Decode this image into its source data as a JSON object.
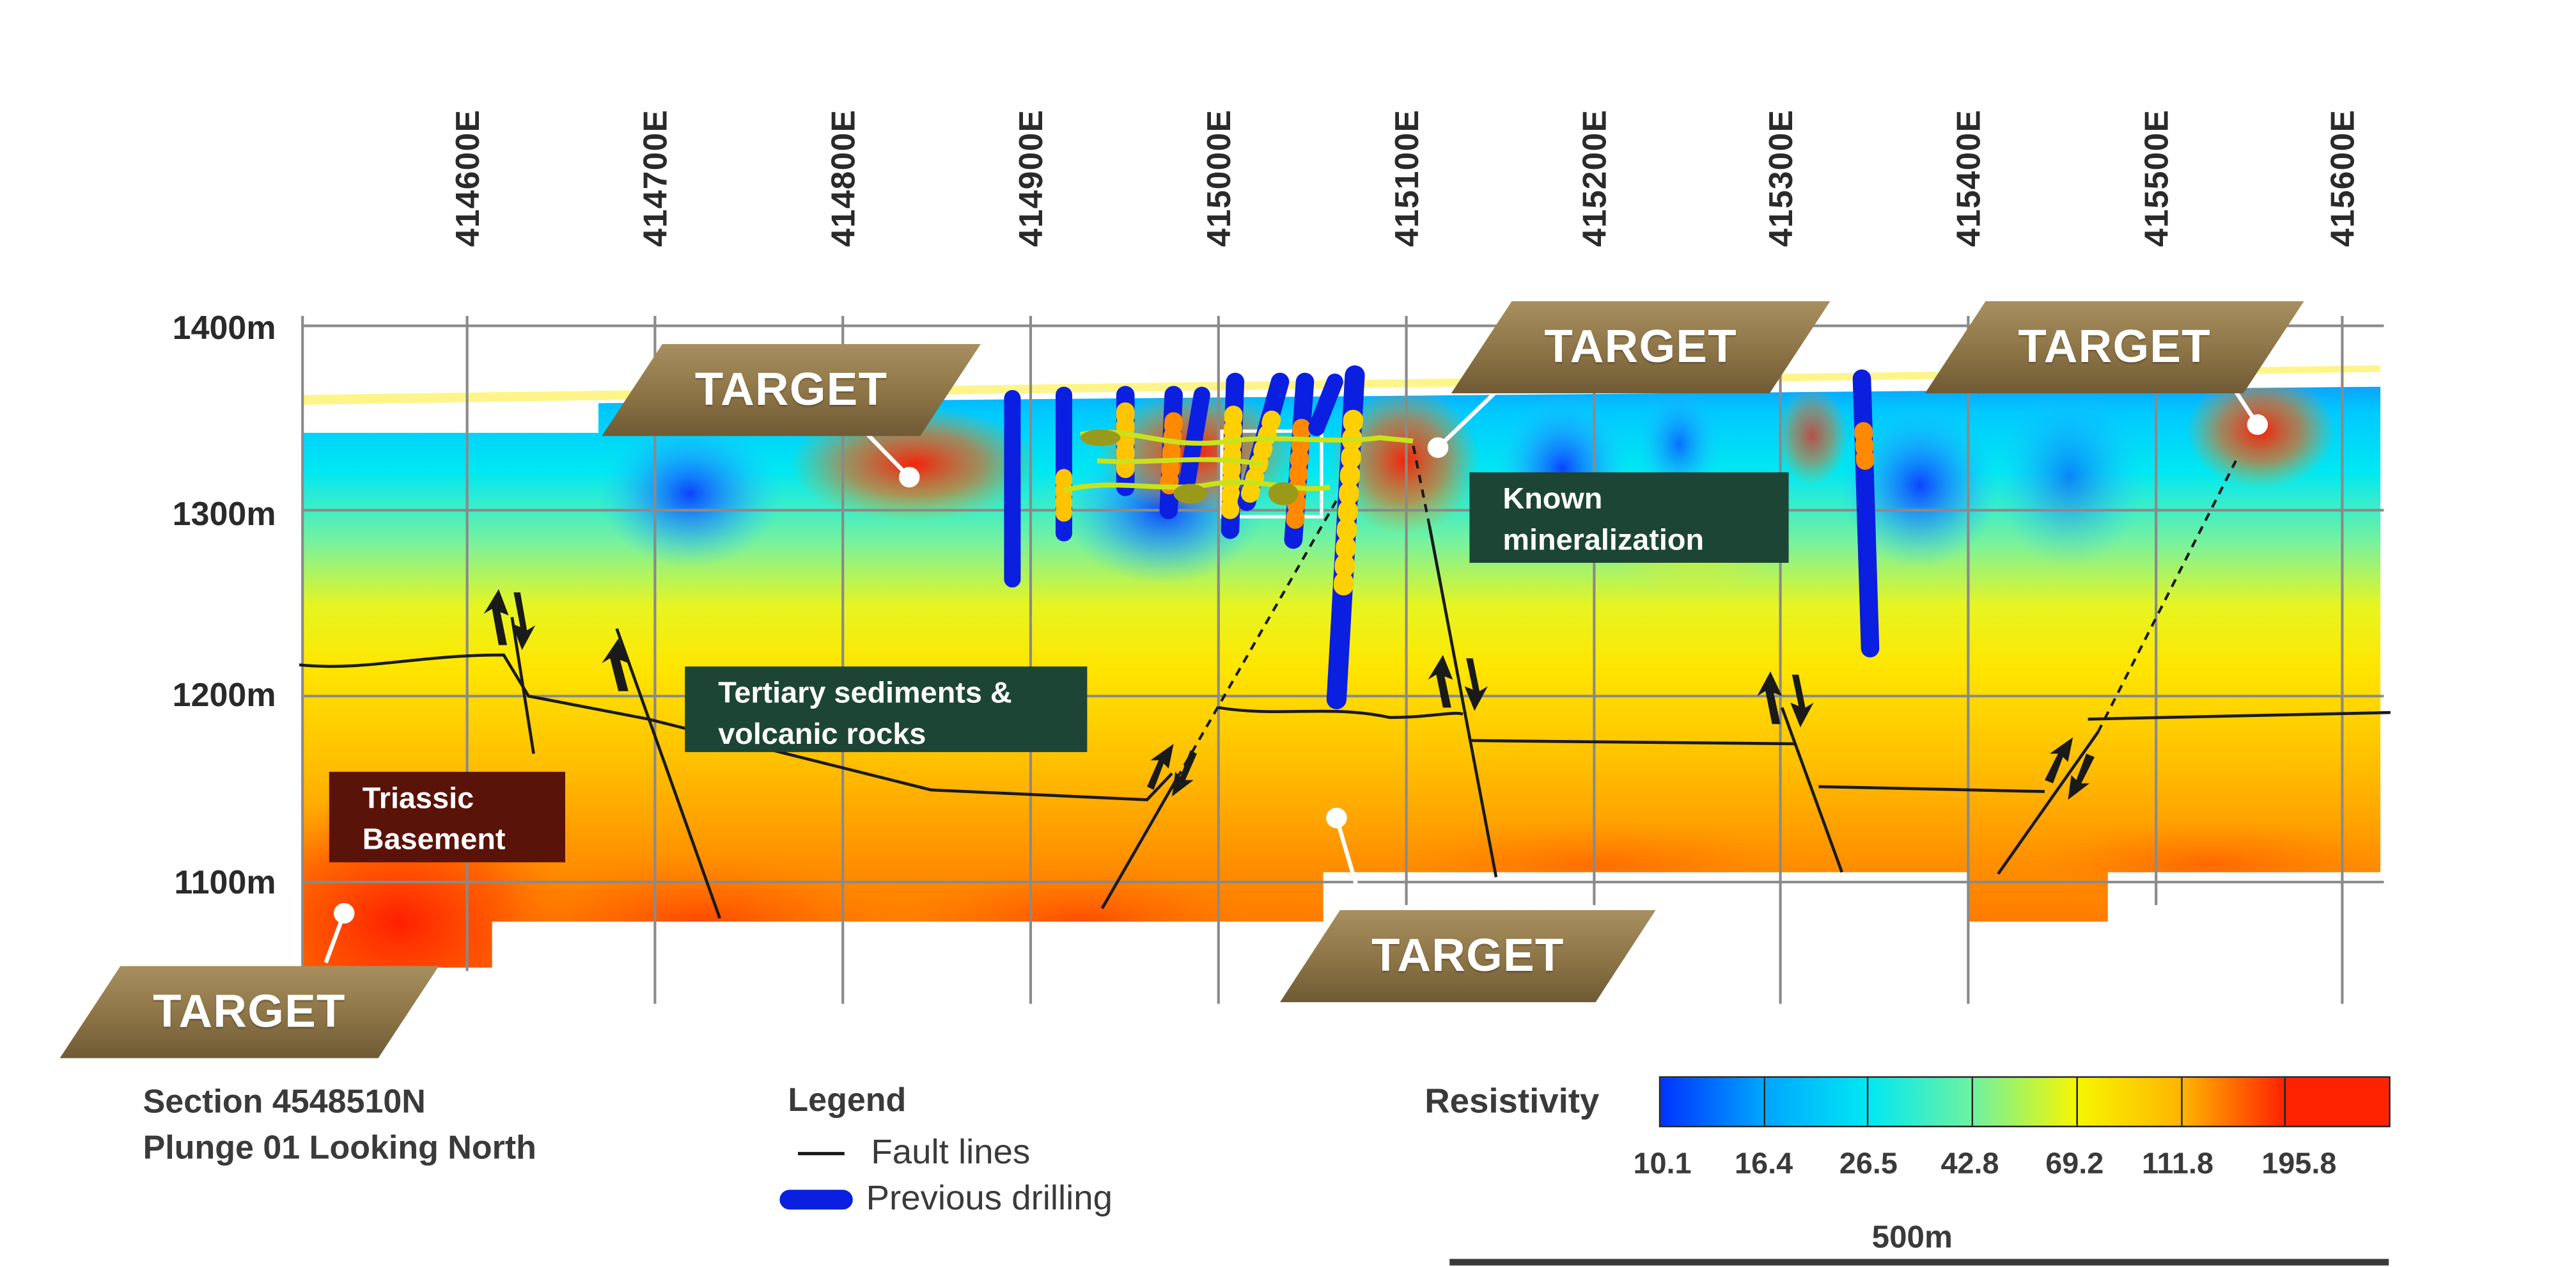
{
  "eastings": [
    "414600E",
    "414700E",
    "414800E",
    "414900E",
    "415000E",
    "415100E",
    "415200E",
    "415300E",
    "415400E",
    "415500E",
    "415600E"
  ],
  "elevations": [
    "1400m",
    "1300m",
    "1200m",
    "1100m"
  ],
  "targets": [
    "TARGET",
    "TARGET",
    "TARGET",
    "TARGET",
    "TARGET"
  ],
  "labels": {
    "known_mineralization": "Known mineralization",
    "tertiary": "Tertiary sediments & volcanic rocks",
    "triassic": "Triassic Basement"
  },
  "section": {
    "line1": "Section 4548510N",
    "line2": "Plunge 01 Looking North"
  },
  "legend": {
    "title": "Legend",
    "fault_lines": "Fault lines",
    "previous_drilling": "Previous drilling"
  },
  "resistivity": {
    "title": "Resistivity",
    "values": [
      "10.1",
      "16.4",
      "26.5",
      "42.8",
      "69.2",
      "111.8",
      "195.8"
    ],
    "colors": [
      "#0033ff",
      "#00a6ff",
      "#00e8f2",
      "#6df2a0",
      "#f6f600",
      "#ffb400",
      "#ff2200"
    ]
  },
  "scale_bar": {
    "label": "500m"
  },
  "colors": {
    "target_gold": "#8c7446",
    "label_dark_green": "#1c4535",
    "label_dark_red": "#5a1308",
    "drill_blue": "#0b1fe0"
  }
}
